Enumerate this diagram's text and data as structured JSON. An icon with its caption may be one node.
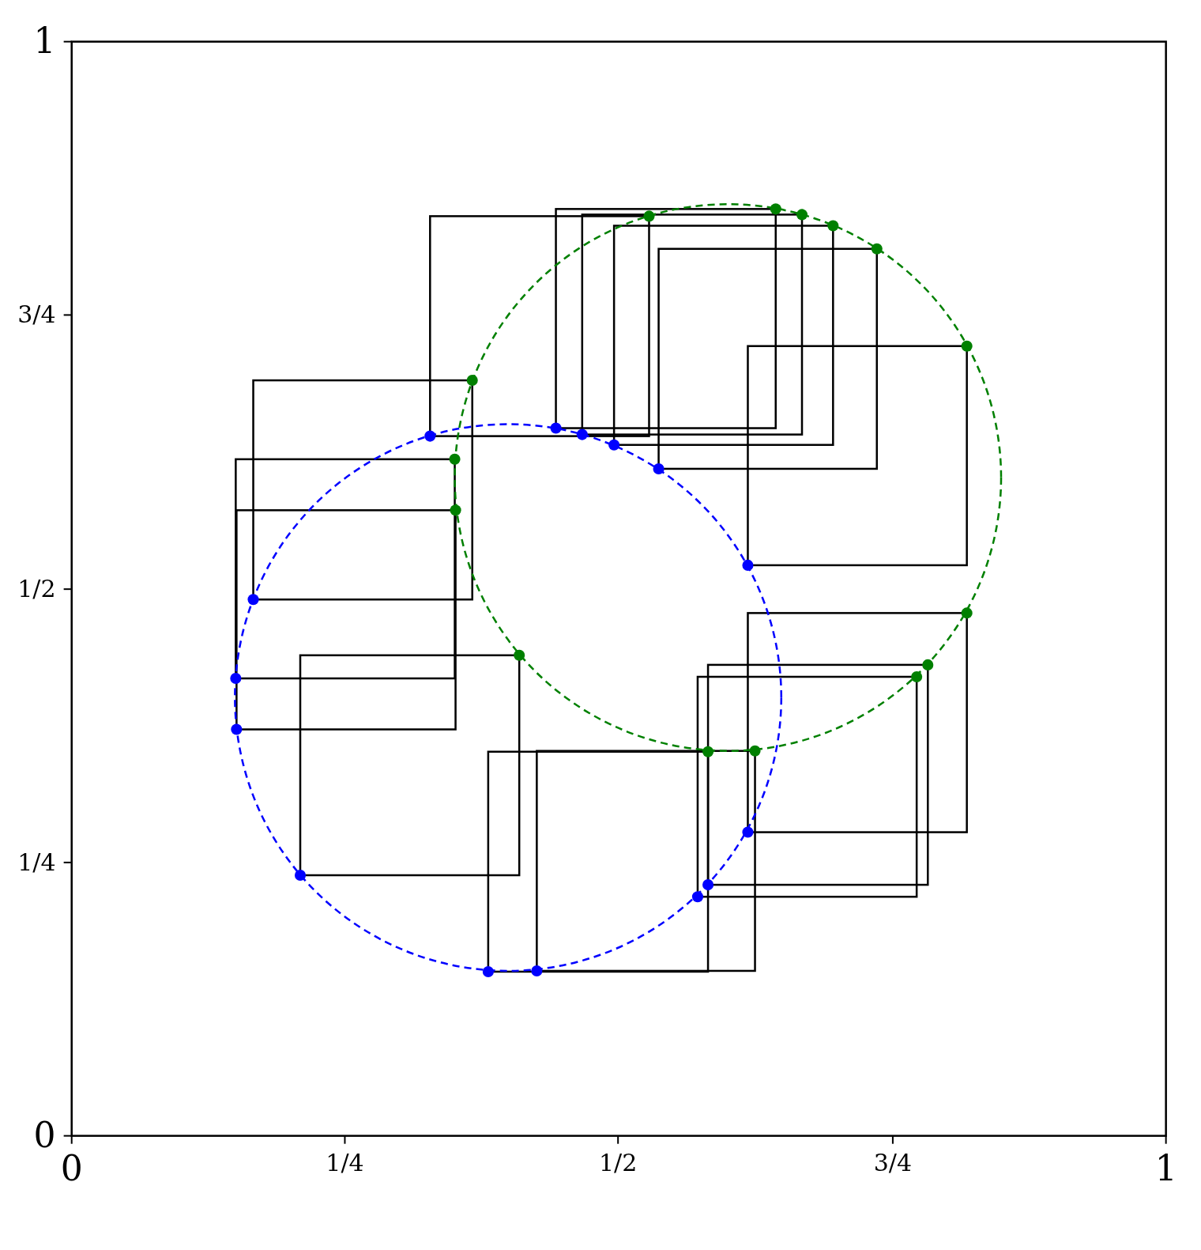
{
  "diagram": {
    "labels": [
      "1",
      "3/4",
      "1/2",
      "1/4",
      "0",
      "0",
      "1/4",
      "1/2",
      "3/4",
      "1"
    ]
  }
}
